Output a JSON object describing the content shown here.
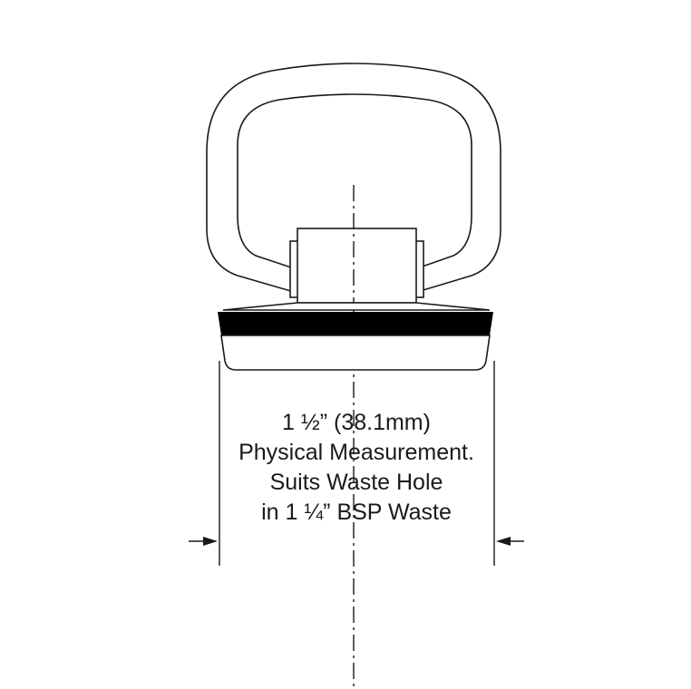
{
  "caption": {
    "line1": "1 ½” (38.1mm)",
    "line2": "Physical Measurement.",
    "line3": "Suits Waste Hole",
    "line4": "in 1 ¼” BSP Waste"
  },
  "colors": {
    "line": "#1a1a1a",
    "background": "#ffffff",
    "seal": "#000000"
  },
  "icons": {
    "dimension_arrows": "arrow-right-icon / arrow-left-icon"
  }
}
